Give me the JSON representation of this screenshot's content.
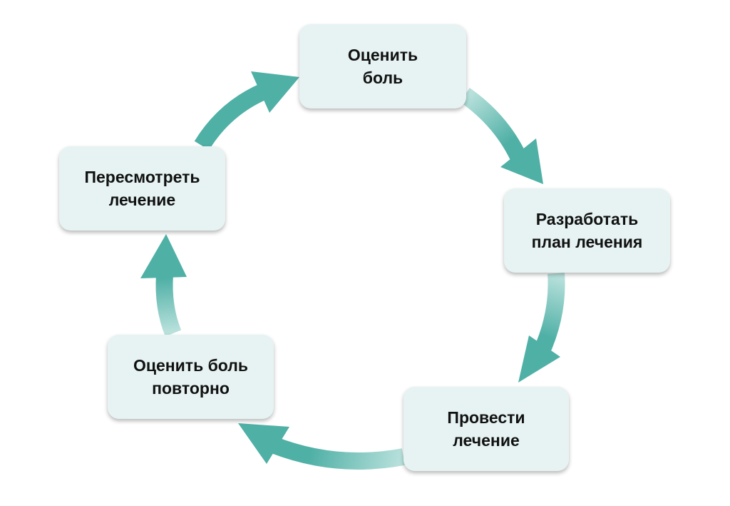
{
  "diagram": {
    "steps": [
      {
        "label": "Оценить\nболь"
      },
      {
        "label": "Разработать\nплан лечения"
      },
      {
        "label": "Провести\nлечение"
      },
      {
        "label": "Оценить боль\nповторно"
      },
      {
        "label": "Пересмотреть\nлечение"
      }
    ],
    "colors": {
      "arrow": "#4fb0a6",
      "arrow_light": "#b9e1dc",
      "box_fill": "#e6f3f2",
      "text": "#111111"
    }
  }
}
